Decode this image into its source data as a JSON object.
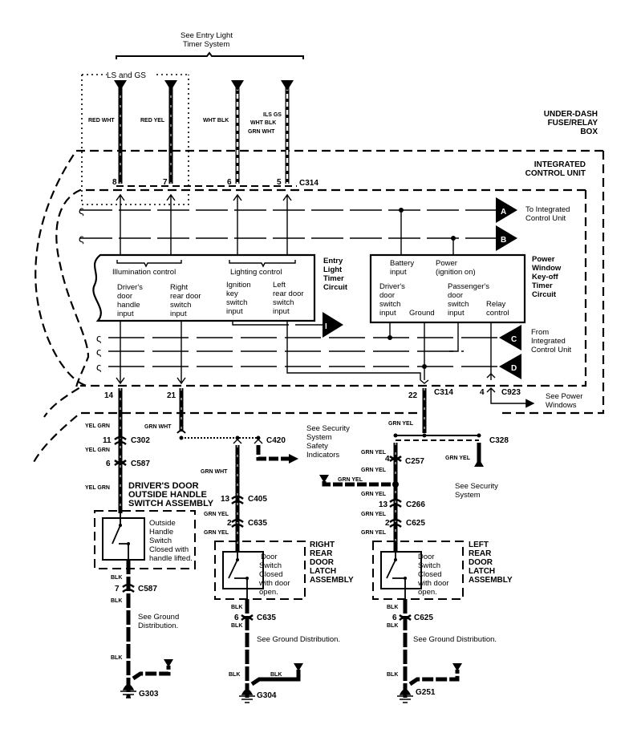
{
  "header": {
    "see_entry_light": [
      "See Entry Light",
      "Timer System"
    ],
    "ls_gs": "LS and GS",
    "under_dash": [
      "UNDER-DASH",
      "FUSE/RELAY",
      "BOX"
    ],
    "icu": [
      "INTEGRATED",
      "CONTROL UNIT"
    ],
    "connector_c314": "C314"
  },
  "top_wires": [
    {
      "pin": "8",
      "color": "RED WHT"
    },
    {
      "pin": "7",
      "color": "RED YEL"
    },
    {
      "pin": "6",
      "color": "WHT BLK"
    },
    {
      "pin": "5",
      "color": [
        "ILS  GS",
        "WHT BLK",
        "GRN WHT"
      ]
    }
  ],
  "arrows": {
    "A": "A",
    "B": "B",
    "C": "C",
    "D": "D",
    "I": "I",
    "to_icu": [
      "To Integrated",
      "Control Unit"
    ],
    "from_icu": [
      "From",
      "Integrated",
      "Control Unit"
    ]
  },
  "entry_light_box": {
    "illumination": "Illumination control",
    "lighting": "Lighting control",
    "inputs": [
      [
        "Driver's",
        "door",
        "handle",
        "input"
      ],
      [
        "Right",
        "rear door",
        "switch",
        "input"
      ],
      [
        "Ignition",
        "key",
        "switch",
        "input"
      ],
      [
        "Left",
        "rear door",
        "switch",
        "input"
      ]
    ],
    "side_label": [
      "Entry",
      "Light",
      "Timer",
      "Circuit"
    ]
  },
  "power_window_box": {
    "battery": [
      "Battery",
      "input"
    ],
    "power": [
      "Power",
      "(ignition on)"
    ],
    "driver": [
      "Driver's",
      "door",
      "switch",
      "input"
    ],
    "ground": "Ground",
    "passenger": [
      "Passenger's",
      "door",
      "switch",
      "input"
    ],
    "relay": [
      "Relay",
      "control"
    ],
    "side_label": [
      "Power",
      "Window",
      "Key-off",
      "Timer",
      "Circuit"
    ]
  },
  "bottom_pins": {
    "p14": "14",
    "p21": "21",
    "p22": "22",
    "c314": "C314",
    "p4": "4",
    "c923": "C923",
    "see_power_windows": [
      "See Power",
      "Windows"
    ]
  },
  "driver_branch": {
    "wire1": "YEL GRN",
    "pin11": "11",
    "c302": "C302",
    "wire2": "YEL GRN",
    "pin6": "6",
    "c587": "C587",
    "wire3": "YEL GRN",
    "assembly": [
      "DRIVER'S DOOR",
      "OUTSIDE HANDLE",
      "SWITCH ASSEMBLY"
    ],
    "switch": [
      "Outside",
      "Handle",
      "Switch",
      "Closed with",
      "handle lifted."
    ],
    "blk1": "BLK",
    "pin7": "7",
    "c587b": "C587",
    "blk2": "BLK",
    "ground_note": [
      "See Ground",
      "Distribution."
    ],
    "blk3": "BLK",
    "ground": "G303"
  },
  "right_branch": {
    "wire_top": "GRN WHT",
    "c420": "C420",
    "security_note": [
      "See Security",
      "System",
      "Safety",
      "Indicators"
    ],
    "wire1": "GRN WHT",
    "pin13": "13",
    "c405": "C405",
    "wire2": "GRN YEL",
    "pin2": "2",
    "c635": "C635",
    "wire3": "GRN YEL",
    "assembly": [
      "RIGHT",
      "REAR",
      "DOOR",
      "LATCH",
      "ASSEMBLY"
    ],
    "switch": [
      "Door",
      "Switch",
      "Closed",
      "with door",
      "open."
    ],
    "blk1": "BLK",
    "pin6": "6",
    "c635b": "C635",
    "blk2": "BLK",
    "ground_note": "See Ground Distribution.",
    "blk3": "BLK",
    "blk4": "BLK",
    "ground": "G304"
  },
  "left_branch": {
    "wire_top": "GRN YEL",
    "c328": "C328",
    "wire_a": "GRN YEL",
    "pin4": "4",
    "c257": "C257",
    "wire_b": "GRN YEL",
    "wire_c": "GRN YEL",
    "wire_sec": "GRN YEL",
    "security_note": [
      "See Security",
      "System"
    ],
    "wire_d": "GRN YEL",
    "pin13": "13",
    "c266": "C266",
    "wire_e": "GRN YEL",
    "pin2": "2",
    "c625": "C625",
    "wire_f": "GRN YEL",
    "assembly": [
      "LEFT",
      "REAR",
      "DOOR",
      "LATCH",
      "ASSEMBLY"
    ],
    "switch": [
      "Door",
      "Switch",
      "Closed",
      "with door",
      "open."
    ],
    "blk1": "BLK",
    "pin6": "6",
    "c625b": "C625",
    "blk2": "BLK",
    "ground_note": "See Ground Distribution.",
    "blk3": "BLK",
    "ground": "G251"
  }
}
